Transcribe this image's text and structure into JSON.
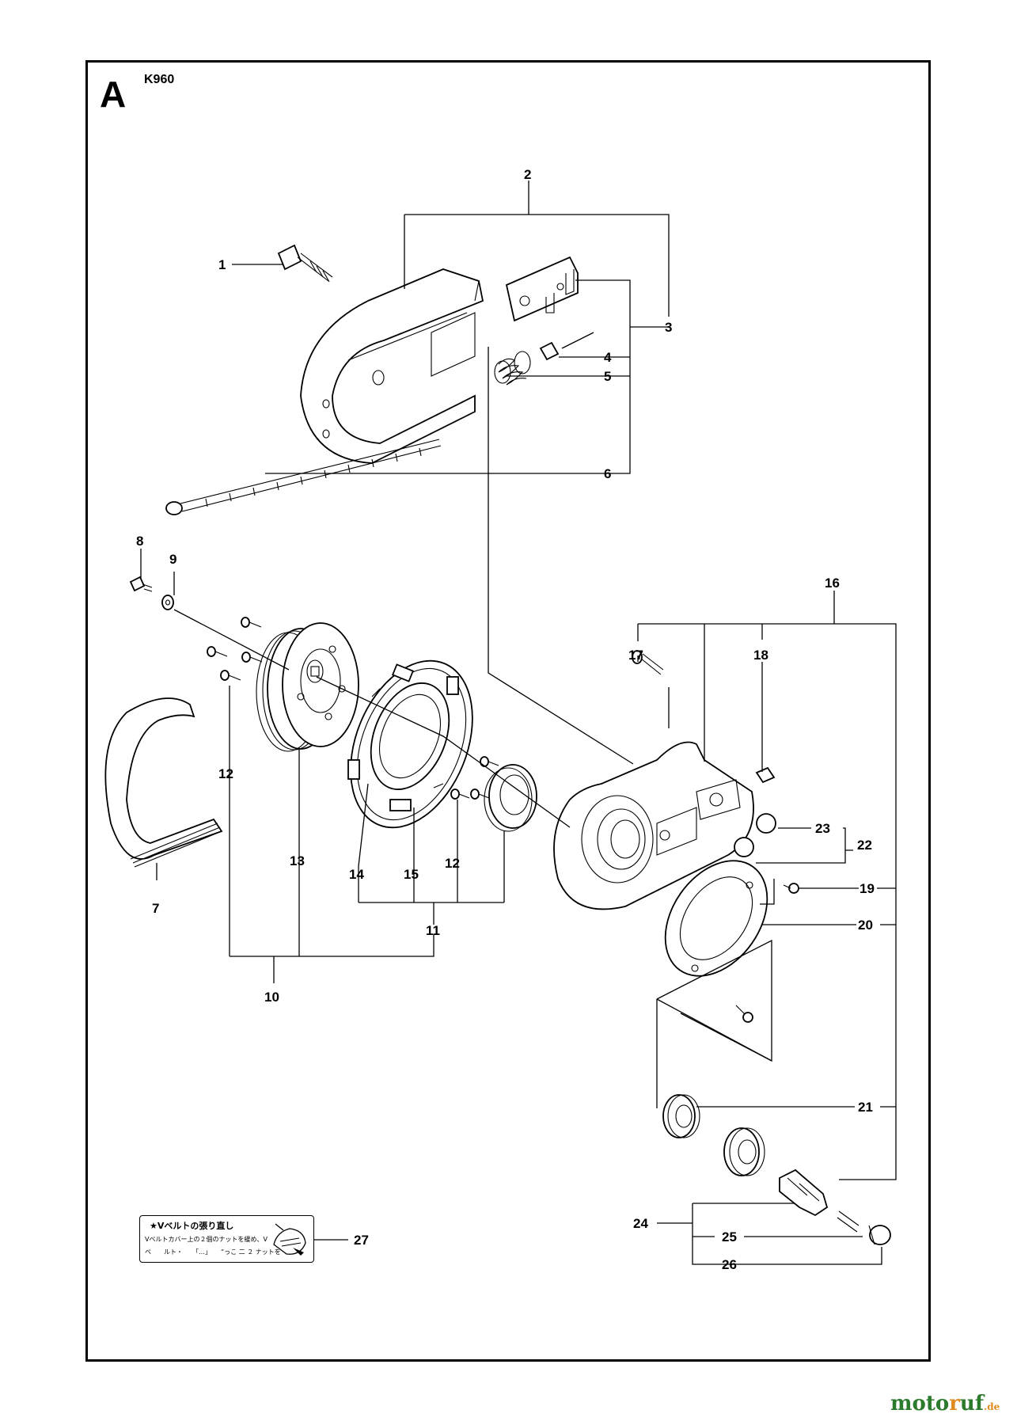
{
  "diagram": {
    "section_letter": "A",
    "model": "K960"
  },
  "callouts": {
    "c1": "1",
    "c2": "2",
    "c3": "3",
    "c4": "4",
    "c5": "5",
    "c6": "6",
    "c7": "7",
    "c8": "8",
    "c9": "9",
    "c10": "10",
    "c11": "11",
    "c12a": "12",
    "c12b": "12",
    "c13": "13",
    "c14": "14",
    "c15": "15",
    "c16": "16",
    "c17": "17",
    "c18": "18",
    "c19": "19",
    "c20": "20",
    "c21": "21",
    "c22": "22",
    "c23": "23",
    "c24": "24",
    "c25": "25",
    "c26": "26",
    "c27": "27"
  },
  "sticker": {
    "title": "★Vベルトの張り直し",
    "line1": "Vベルトカバー上の２個のナットを緩め、V",
    "line2": "ベ　　ルト・　　「…」　　“っこ 二 ２ ナットを"
  },
  "watermark": {
    "part_a": "moto",
    "part_b": "r",
    "part_c": "uf",
    "domain": ".de"
  }
}
